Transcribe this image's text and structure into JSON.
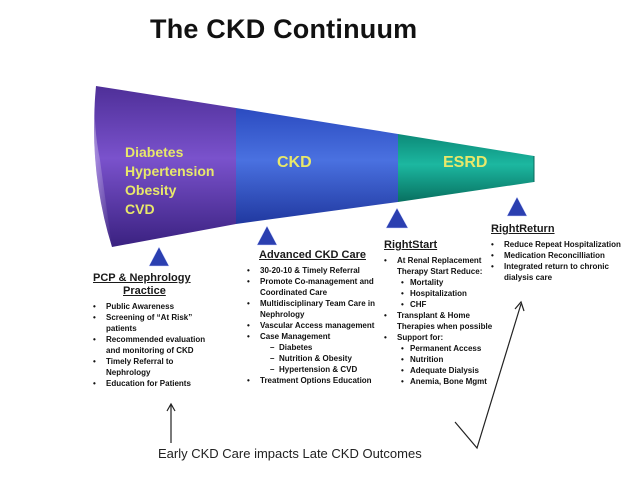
{
  "title": "The CKD Continuum",
  "funnel": {
    "risk_factors": [
      "Diabetes",
      "Hypertension",
      "Obesity",
      "CVD"
    ],
    "stage_ckd": "CKD",
    "stage_esrd": "ESRD",
    "colors": {
      "purple": "#6a43b8",
      "blue": "#3d63d6",
      "teal": "#14a08f",
      "label": "#e8e86a",
      "marker": "#2b3fb0"
    }
  },
  "pcp": {
    "heading_line1": "PCP & Nephrology",
    "heading_line2": "Practice",
    "items": [
      "Public Awareness",
      "Screening of “At Risk” patients",
      "Recommended evaluation and monitoring of CKD",
      "Timely Referral to Nephrology",
      "Education for Patients"
    ]
  },
  "advanced": {
    "heading": "Advanced CKD Care",
    "items": [
      "30-20-10 & Timely Referral",
      "Promote Co-management and Coordinated Care",
      "Multidisciplinary Team Care in Nephrology",
      "Vascular Access management",
      "Case Management"
    ],
    "case_sub": [
      "Diabetes",
      "Nutrition & Obesity",
      "Hypertension & CVD"
    ],
    "last_item": "Treatment Options Education"
  },
  "rightstart": {
    "heading": "RightStart",
    "item1": "At Renal Replacement Therapy Start Reduce:",
    "sub1": [
      "Mortality",
      "Hospitalization",
      "CHF"
    ],
    "item2": "Transplant & Home Therapies when possible",
    "item3": "Support for:",
    "sub3": [
      "Permanent Access",
      "Nutrition",
      "Adequate Dialysis",
      "Anemia, Bone Mgmt"
    ]
  },
  "rightreturn": {
    "heading": "RightReturn",
    "items": [
      "Reduce Repeat Hospitalization",
      "Medication Reconcilliation",
      "Integrated return to chronic dialysis care"
    ]
  },
  "footer": "Early CKD Care impacts Late CKD Outcomes"
}
